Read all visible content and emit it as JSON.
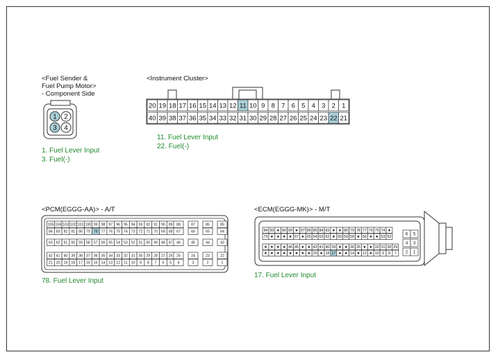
{
  "fuel_sender": {
    "title": "<Fuel Sender &\nFuel Pump Motor>\n- Component Side",
    "pins": [
      "1",
      "2",
      "3",
      "4"
    ],
    "highlight": [
      "1",
      "3"
    ],
    "notes": [
      "1. Fuel Lever Input",
      "3. Fuel(-)"
    ]
  },
  "cluster": {
    "title": "<Instrument Cluster>",
    "top_row": [
      "20",
      "19",
      "18",
      "17",
      "16",
      "15",
      "14",
      "13",
      "12",
      "11",
      "10",
      "9",
      "8",
      "7",
      "6",
      "5",
      "4",
      "3",
      "2",
      "1"
    ],
    "bottom_row": [
      "40",
      "39",
      "38",
      "37",
      "36",
      "35",
      "34",
      "33",
      "32",
      "31",
      "30",
      "29",
      "28",
      "27",
      "26",
      "25",
      "24",
      "23",
      "22",
      "21"
    ],
    "highlight": [
      "11",
      "22"
    ],
    "notes": [
      "11. Fuel Lever Input",
      "22. Fuel(-)"
    ]
  },
  "pcm": {
    "title": "<PCM(EGGG-AA)> - A/T",
    "rows": [
      [
        "105",
        "104",
        "103",
        "102",
        "101",
        "100",
        "99",
        "98",
        "97",
        "96",
        "95",
        "94",
        "93",
        "92",
        "91",
        "90",
        "89"
      ],
      [
        "84",
        "83",
        "82",
        "81",
        "80",
        "79",
        "78",
        "77",
        "76",
        "75",
        "74",
        "73",
        "72",
        "71",
        "70",
        "69",
        "68"
      ],
      [
        "63",
        "62",
        "61",
        "60",
        "59",
        "58",
        "57",
        "56",
        "55",
        "54",
        "53",
        "52",
        "51",
        "50",
        "49",
        "48",
        "47"
      ],
      [
        "42",
        "41",
        "40",
        "39",
        "38",
        "37",
        "36",
        "35",
        "34",
        "33",
        "32",
        "31",
        "30",
        "29",
        "28",
        "27",
        "26"
      ],
      [
        "21",
        "20",
        "19",
        "18",
        "17",
        "16",
        "15",
        "14",
        "13",
        "12",
        "11",
        "10",
        "9",
        "8",
        "7",
        "6",
        "5"
      ]
    ],
    "right_rows": [
      [
        "88",
        "87",
        "86",
        "85"
      ],
      [
        "67",
        "66",
        "65",
        "64"
      ],
      [
        "46",
        "45",
        "44",
        "43"
      ],
      [
        "25",
        "24",
        "23",
        "22"
      ],
      [
        "4",
        "3",
        "2",
        "1"
      ]
    ],
    "highlight": [
      "78"
    ],
    "notes": [
      "78. Fuel Lever Input"
    ]
  },
  "ecm": {
    "title": "<ECM(EGGG-MK)> - M/T",
    "rows": [
      [
        "84",
        "83",
        "★",
        "80",
        "89",
        "★",
        "87",
        "86",
        "85",
        "84",
        "83",
        "★",
        "★",
        "80",
        "79",
        "78",
        "77",
        "76",
        "75",
        "74",
        "★"
      ],
      [
        "73",
        "★",
        "★",
        "★",
        "★",
        "67",
        "★",
        "65",
        "64",
        "63",
        "62",
        "★",
        "60",
        "59",
        "58",
        "★",
        "56",
        "★",
        "★",
        "53",
        "52"
      ],
      [
        "★",
        "★",
        "★",
        "★",
        "46",
        "45",
        "★",
        "★",
        "42",
        "41",
        "40",
        "39",
        "★",
        "★",
        "36",
        "35",
        "★",
        "★",
        "32",
        "31",
        "30",
        "29"
      ],
      [
        "★",
        "★",
        "★",
        "★",
        "★",
        "★",
        "★",
        "★",
        "20",
        "★",
        "18",
        "17",
        "★",
        "★",
        "14",
        "★",
        "12",
        "★",
        "10",
        "9",
        "8",
        "7"
      ]
    ],
    "right_rows": [
      [
        "6",
        "5"
      ],
      [
        "4",
        "3"
      ],
      [
        "2",
        "1"
      ]
    ],
    "highlight": [
      "17"
    ],
    "notes": [
      "17. Fuel Lever Input"
    ]
  }
}
